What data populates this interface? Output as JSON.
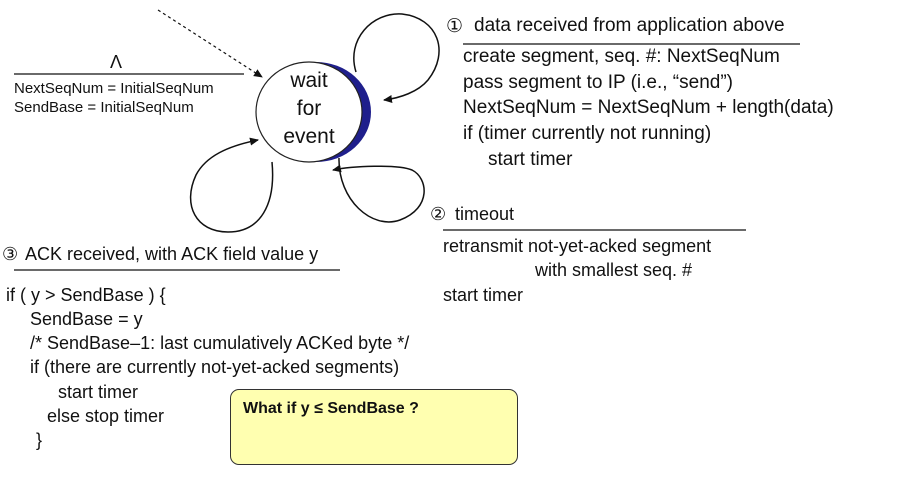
{
  "state": {
    "line1": "wait",
    "line2": "for",
    "line3": "event"
  },
  "init": {
    "lambda": "Λ",
    "line1": "NextSeqNum = InitialSeqNum",
    "line2": "SendBase = InitialSeqNum"
  },
  "event1": {
    "marker": "①",
    "title": "data received from application above",
    "actions": [
      "create segment, seq. #: NextSeqNum",
      "pass segment to IP (i.e., “send”)",
      "NextSeqNum = NextSeqNum + length(data)",
      "if (timer currently not running)",
      "start timer"
    ]
  },
  "event2": {
    "marker": "②",
    "title": "timeout",
    "actions": [
      "retransmit not-yet-acked segment",
      "with smallest seq. #",
      "start timer"
    ]
  },
  "event3": {
    "marker": "③",
    "title": "ACK received, with ACK field value y",
    "actions": [
      "if ( y > SendBase ) {",
      "SendBase = y",
      "/* SendBase–1: last cumulatively ACKed byte */",
      "if (there are currently not-yet-acked segments)",
      "start timer",
      "else stop timer",
      "}"
    ]
  },
  "note": {
    "text": "What if y ≤ SendBase ?"
  },
  "colors": {
    "state_shadow": "#1f1f8c",
    "note_fill": "#ffffb0"
  }
}
